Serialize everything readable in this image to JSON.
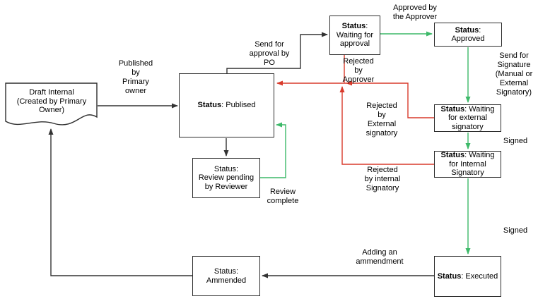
{
  "diagram": {
    "colors": {
      "flow_black": "#333333",
      "approve_green": "#3db969",
      "reject_red": "#d93a2b",
      "box_border": "#2d2d2d",
      "text": "#000000",
      "background": "#ffffff"
    },
    "nodes": {
      "draft": {
        "lines": [
          {
            "t": "Draft Internal"
          },
          {
            "t": "(Created by Primary"
          },
          {
            "t": "Owner)"
          }
        ]
      },
      "published": {
        "lines": [
          {
            "b": "Status",
            "t": ": Publised"
          }
        ]
      },
      "waiting_approval": {
        "lines": [
          {
            "b": "Status",
            "t": ":"
          },
          {
            "t": "Waiting for"
          },
          {
            "t": "approval"
          }
        ]
      },
      "approved": {
        "lines": [
          {
            "b": "Status",
            "t": ":"
          },
          {
            "t": "Approved"
          }
        ]
      },
      "waiting_external": {
        "lines": [
          {
            "b": "Status",
            "t": ": Waiting"
          },
          {
            "t": "for external"
          },
          {
            "t": "signatory"
          }
        ]
      },
      "waiting_internal": {
        "lines": [
          {
            "b": "Status",
            "t": ": Waiting"
          },
          {
            "t": "for Internal"
          },
          {
            "t": "Signatory"
          }
        ]
      },
      "executed": {
        "lines": [
          {
            "b": "Status",
            "t": ": Executed"
          }
        ]
      },
      "ammended": {
        "lines": [
          {
            "t": "Status:"
          },
          {
            "t": "Ammended"
          }
        ]
      },
      "review_pending": {
        "lines": [
          {
            "t": "Status:"
          },
          {
            "t": "Review pending"
          },
          {
            "t": "by Reviewer"
          }
        ]
      }
    },
    "labels": {
      "published_by_primary_owner": {
        "lines": [
          "Published",
          "by",
          "Primary",
          "owner"
        ]
      },
      "send_for_approval_by_po": {
        "lines": [
          "Send for",
          "approval by",
          "PO"
        ]
      },
      "approved_by_the_approver": {
        "lines": [
          "Approved by",
          "the Approver"
        ]
      },
      "send_for_signature": {
        "lines": [
          "Send for",
          "Signature",
          "(Manual or",
          "External",
          "Signatory)"
        ]
      },
      "rejected_by_approver": {
        "lines": [
          "Rejected",
          "by",
          "Approver"
        ]
      },
      "rejected_by_external_signatory": {
        "lines": [
          "Rejected",
          "by",
          "External",
          "signatory"
        ]
      },
      "signed_external": {
        "lines": [
          "Signed"
        ]
      },
      "rejected_by_internal_signatory": {
        "lines": [
          "Rejected",
          "by internal",
          "Signatory"
        ]
      },
      "signed_internal": {
        "lines": [
          "Signed"
        ]
      },
      "adding_an_ammendment": {
        "lines": [
          "Adding an",
          "ammendment"
        ]
      },
      "review_complete": {
        "lines": [
          "Review",
          "complete"
        ]
      }
    }
  }
}
